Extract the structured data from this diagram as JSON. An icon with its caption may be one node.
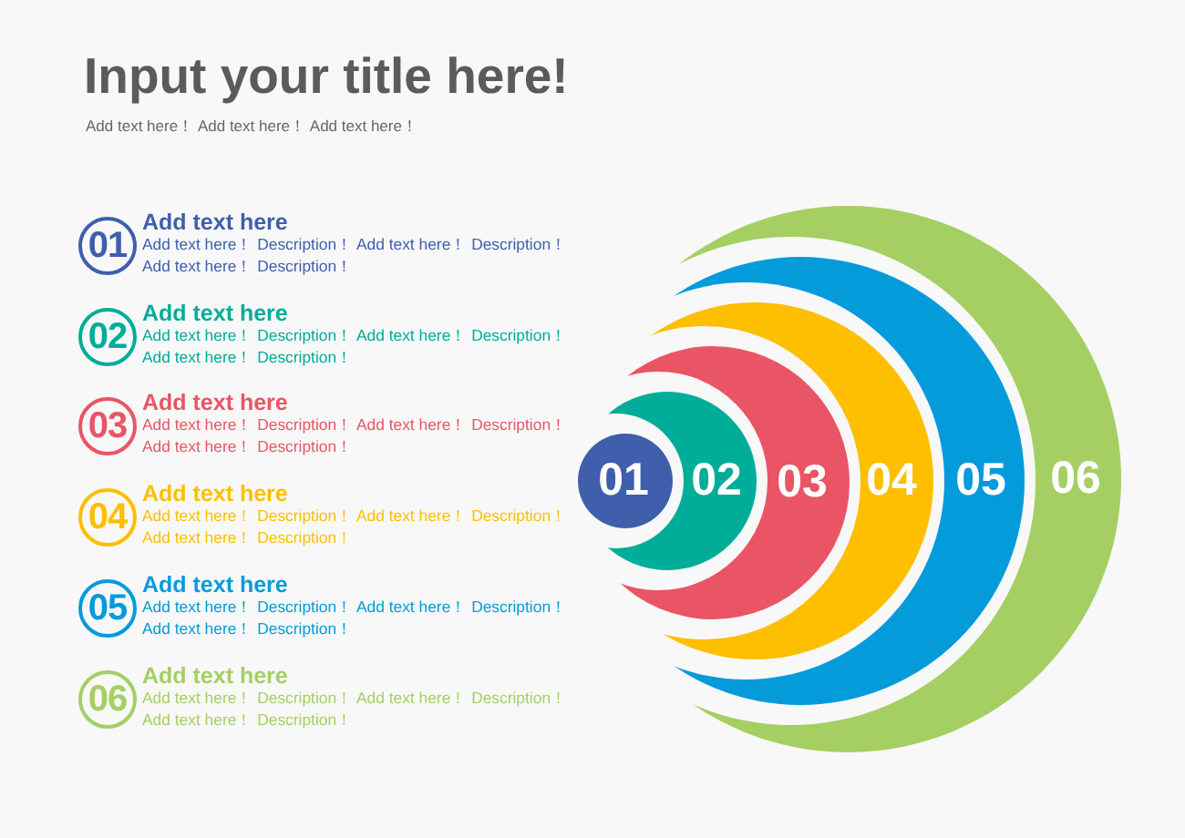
{
  "diagram": {
    "title": "Input your title here!",
    "nodes": [
      {
        "text": [
          "01"
        ],
        "beside": [
          "Add text here",
          "Add text here！ Description！ Add text here！ Description！ Add text here！ Description！"
        ]
      },
      {
        "text": [
          "02"
        ],
        "beside": [
          "Add text here",
          "Add text here！ Description！ Add text here！ Description！ Add text here！ Description！"
        ]
      },
      {
        "text": [
          "03"
        ],
        "beside": [
          "Add text here",
          "Add text here！ Description！ Add text here！ Description！ Add text here！ Description！"
        ]
      },
      {
        "text": [
          "04"
        ],
        "beside": [
          "Add text here",
          "Add text here！ Description！ Add text here！ Description！ Add text here！ Description！"
        ]
      },
      {
        "text": [
          "05"
        ],
        "beside": [
          "Add text here",
          "Add text here！ Description！ Add text here！ Description！ Add text here！ Description！"
        ]
      },
      {
        "text": [
          "06"
        ],
        "beside": [
          "Add text here",
          "Add text here！ Description！ Add text here！ Description！ Add text here！ Description！"
        ]
      },
      {
        "text": [
          "06"
        ]
      },
      {
        "text": [
          "05"
        ],
        "in": 6
      },
      {
        "text": [
          "04"
        ],
        "in": 7
      },
      {
        "text": [
          "03"
        ],
        "in": 8
      },
      {
        "text": [
          "02"
        ],
        "in": 9
      },
      {
        "text": [
          "01"
        ],
        "in": 10
      }
    ],
    "labels": [
      "Add text here！ Add text here！ Add text here！"
    ]
  }
}
